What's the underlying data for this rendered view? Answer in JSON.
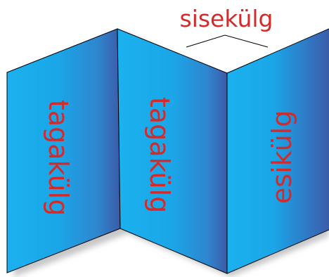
{
  "labels": {
    "top": "sisekülg",
    "panel_left": "tagakülg",
    "panel_middle": "tagakülg",
    "panel_right": "esikülg"
  },
  "colors": {
    "panel_light": "#1bb1ee",
    "panel_mid": "#2d8fd6",
    "panel_dark": "#3b5da8",
    "outline": "#000000",
    "shadow": "#9a9a9a",
    "text": "#d42a2a"
  }
}
